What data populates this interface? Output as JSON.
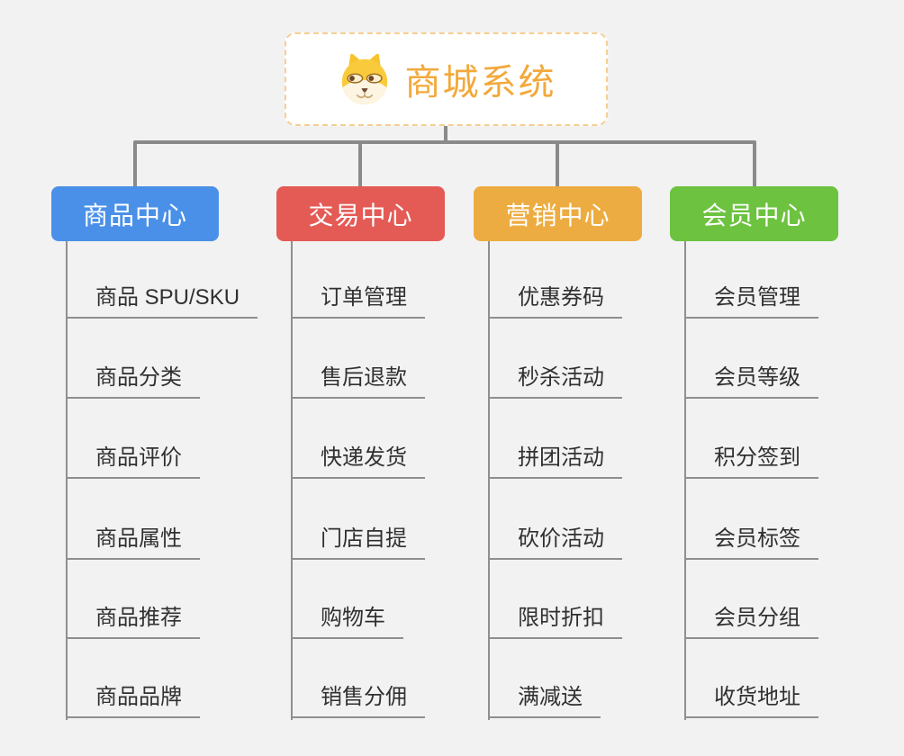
{
  "root": {
    "title": "商城系统",
    "icon": "dog-face-icon",
    "accent_color": "#F2A93B",
    "border_color": "#F6CE92"
  },
  "connector_color": "#8A8A8A",
  "columns": [
    {
      "label": "商品中心",
      "color": "#4A90E8",
      "items": [
        "商品 SPU/SKU",
        "商品分类",
        "商品评价",
        "商品属性",
        "商品推荐",
        "商品品牌"
      ]
    },
    {
      "label": "交易中心",
      "color": "#E45B56",
      "items": [
        "订单管理",
        "售后退款",
        "快递发货",
        "门店自提",
        "购物车",
        "销售分佣"
      ]
    },
    {
      "label": "营销中心",
      "color": "#EDAC41",
      "items": [
        "优惠券码",
        "秒杀活动",
        "拼团活动",
        "砍价活动",
        "限时折扣",
        "满减送"
      ]
    },
    {
      "label": "会员中心",
      "color": "#6DC23F",
      "items": [
        "会员管理",
        "会员等级",
        "积分签到",
        "会员标签",
        "会员分组",
        "收货地址"
      ]
    }
  ]
}
